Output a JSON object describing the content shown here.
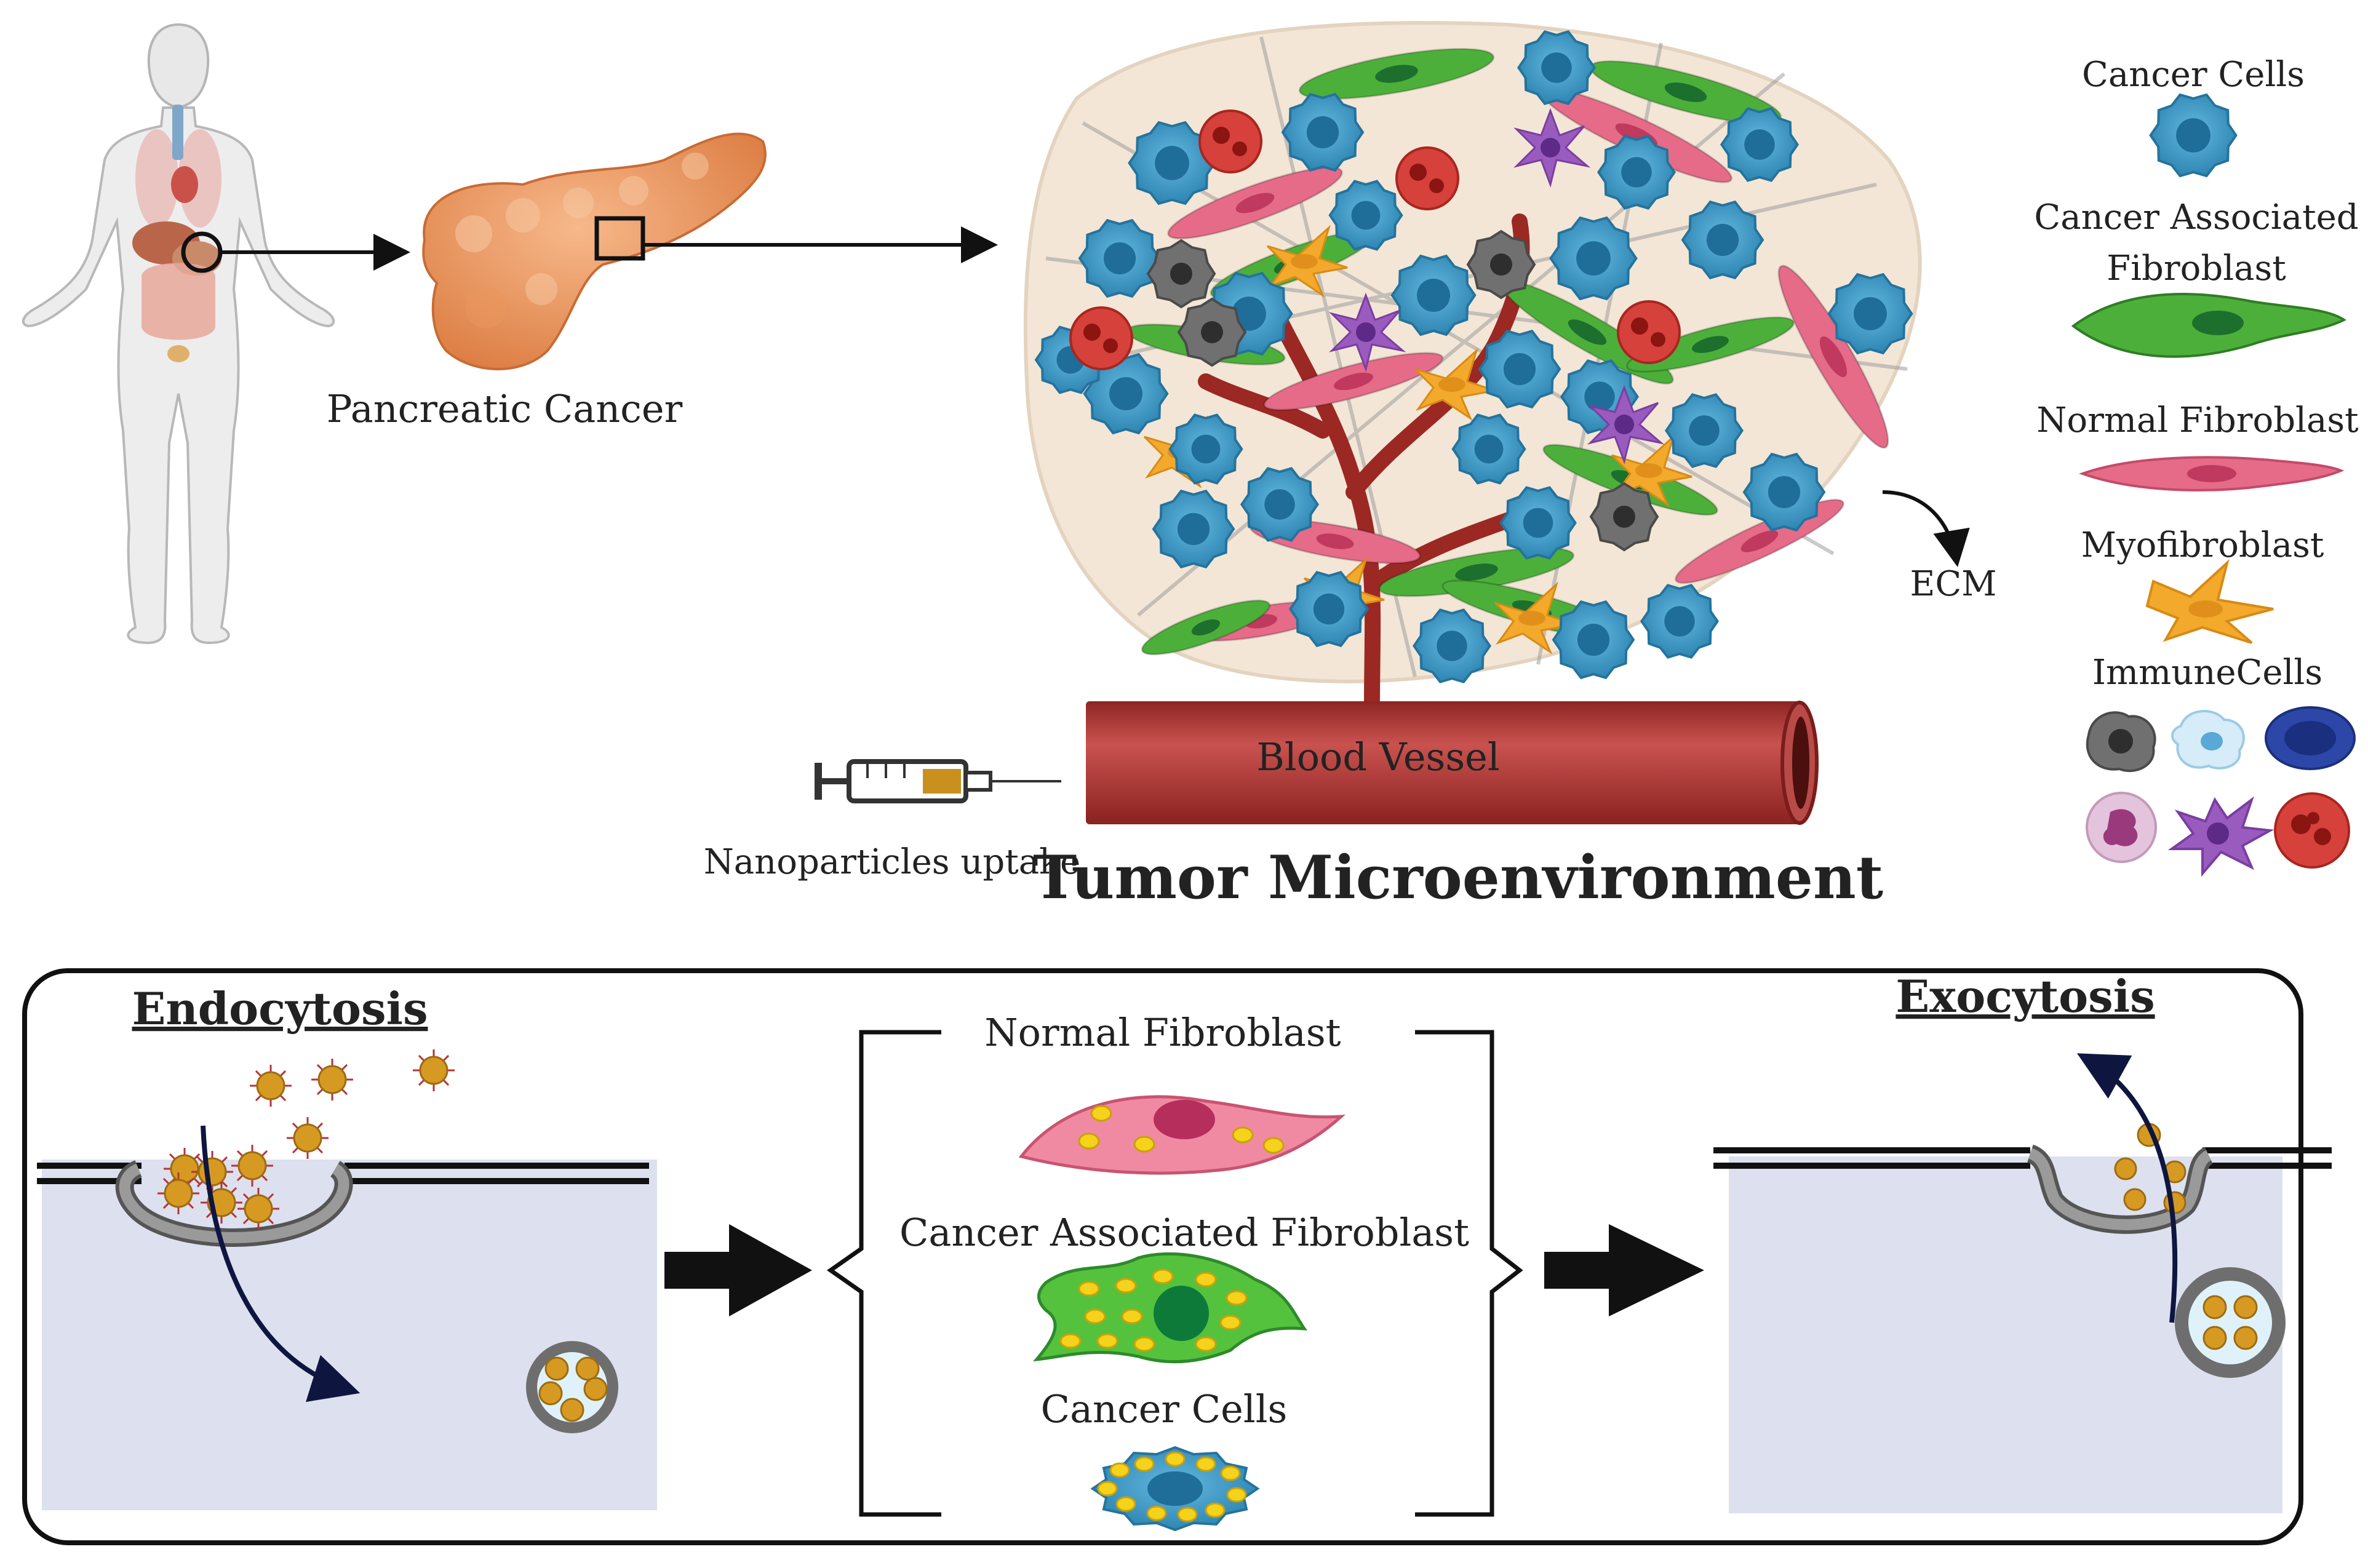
{
  "labels": {
    "pancreatic_cancer": "Pancreatic Cancer",
    "tumor_microenvironment": "Tumor Microenvironment",
    "blood_vessel": "Blood Vessel",
    "nanoparticles_uptake": "Nanoparticles uptake",
    "ecm": "ECM"
  },
  "legend": {
    "cancer_cells": "Cancer Cells",
    "caf_line1": "Cancer Associated",
    "caf_line2": "Fibroblast",
    "normal_fibroblast": "Normal Fibroblast",
    "myofibroblast": "Myofibroblast",
    "immune_cells": "ImmuneCells"
  },
  "process": {
    "endocytosis": "Endocytosis",
    "exocytosis": "Exocytosis",
    "normal_fibroblast": "Normal Fibroblast",
    "caf": "Cancer Associated Fibroblast",
    "cancer_cells": "Cancer Cells"
  },
  "colors": {
    "cancer_cell": "#3b9ac4",
    "caf": "#4caf3a",
    "normal_fibroblast": "#e0607e",
    "myofibroblast": "#f3a92c",
    "blood_vessel": "#b0302e",
    "nanoparticle": "#d69a23",
    "cytoplasm": "#dde0ee",
    "pancreas": "#f0a06a"
  }
}
